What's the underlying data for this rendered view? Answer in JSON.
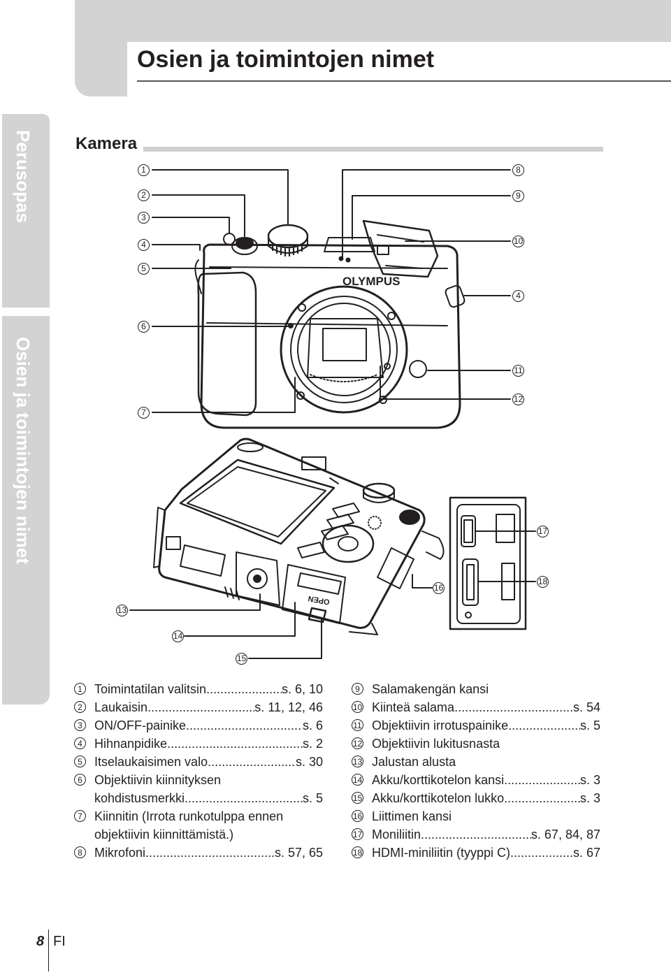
{
  "header": {
    "title": "Osien ja toimintojen nimet"
  },
  "side_tabs": [
    {
      "label": "Perusopas"
    },
    {
      "label": "Osien ja toimintojen nimet"
    }
  ],
  "section": {
    "title": "Kamera"
  },
  "camera": {
    "brand": "OLYMPUS",
    "open_label": "OPEN"
  },
  "callout_numbers": {
    "c1": "1",
    "c2": "2",
    "c3": "3",
    "c4a": "4",
    "c5": "5",
    "c6": "6",
    "c7": "7",
    "c8": "8",
    "c9": "9",
    "c10": "10",
    "c4b": "4",
    "c11": "11",
    "c12": "12",
    "c13": "13",
    "c14": "14",
    "c15": "15",
    "c16": "16",
    "c17": "17",
    "c18": "18"
  },
  "parts_left": [
    {
      "num": "1",
      "label": "Toimintatilan valitsin",
      "ref": "s. 6, 10"
    },
    {
      "num": "2",
      "label": "Laukaisin",
      "ref": "s. 11, 12, 46"
    },
    {
      "num": "3",
      "label": "ON/OFF-painike",
      "ref": "s. 6"
    },
    {
      "num": "4",
      "label": "Hihnanpidike",
      "ref": "s. 2"
    },
    {
      "num": "5",
      "label": "Itselaukaisimen valo",
      "ref": "s. 30"
    },
    {
      "num": "6",
      "label": "Objektiivin kiinnityksen",
      "label2": "kohdistusmerkki",
      "ref": "s. 5"
    },
    {
      "num": "7",
      "label": "Kiinnitin (Irrota runkotulppa ennen",
      "label2": "objektiivin kiinnittämistä.)"
    },
    {
      "num": "8",
      "label": "Mikrofoni",
      "ref": "s. 57, 65"
    }
  ],
  "parts_right": [
    {
      "num": "9",
      "label": "Salamakengän kansi"
    },
    {
      "num": "10",
      "label": "Kiinteä salama",
      "ref": "s. 54"
    },
    {
      "num": "11",
      "label": "Objektiivin irrotuspainike",
      "ref": "s. 5"
    },
    {
      "num": "12",
      "label": "Objektiivin lukitusnasta"
    },
    {
      "num": "13",
      "label": "Jalustan alusta"
    },
    {
      "num": "14",
      "label": "Akku/korttikotelon kansi",
      "ref": "s. 3"
    },
    {
      "num": "15",
      "label": "Akku/korttikotelon lukko",
      "ref": "s. 3"
    },
    {
      "num": "16",
      "label": "Liittimen kansi"
    },
    {
      "num": "17",
      "label": "Moniliitin",
      "ref": "s. 67, 84, 87"
    },
    {
      "num": "18",
      "label": "HDMI-miniliitin (tyyppi C)",
      "ref": "s. 67"
    }
  ],
  "footer": {
    "page_number": "8",
    "language": "FI"
  }
}
